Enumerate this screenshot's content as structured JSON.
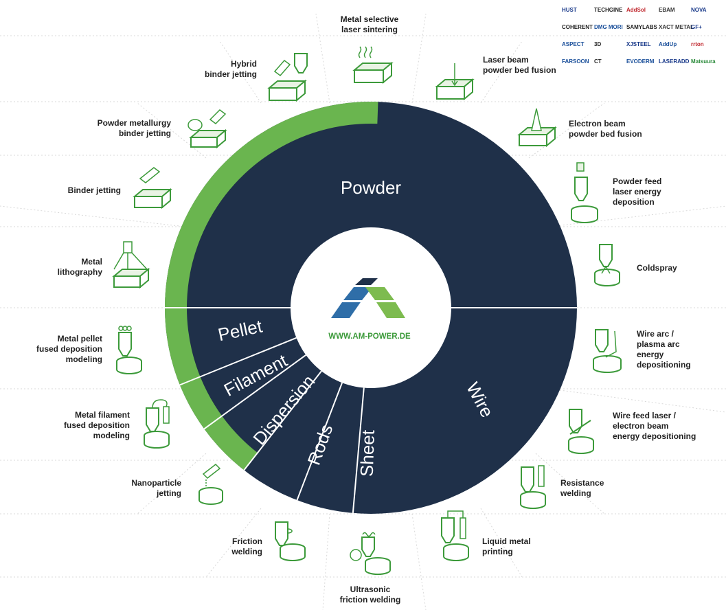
{
  "center": {
    "url": "WWW.AM-POWER.DE",
    "logo_name": "AM Power"
  },
  "colors": {
    "navy": "#1f3049",
    "green": "#6ab54f",
    "dark_green": "#3c9a3a",
    "logo_blue": "#2f6ea8",
    "logo_green": "#7dbb4f"
  },
  "segments": [
    "Powder",
    "Pellet",
    "Filament",
    "Dispersion",
    "Rods",
    "Sheet",
    "Wire"
  ],
  "technologies": [
    {
      "id": "metal-selective-laser-sintering",
      "lines": [
        "Metal selective",
        "laser sintering"
      ]
    },
    {
      "id": "laser-beam-powder-bed-fusion",
      "lines": [
        "Laser beam",
        "powder bed fusion"
      ]
    },
    {
      "id": "electron-beam-powder-bed-fusion",
      "lines": [
        "Electron beam",
        "powder bed fusion"
      ]
    },
    {
      "id": "powder-feed-laser-energy-deposition",
      "lines": [
        "Powder feed",
        "laser energy",
        "deposition"
      ]
    },
    {
      "id": "coldspray",
      "lines": [
        "Coldspray"
      ]
    },
    {
      "id": "wire-arc-plasma-arc",
      "lines": [
        "Wire arc /",
        "plasma arc",
        "energy",
        "depositioning"
      ]
    },
    {
      "id": "wire-feed-laser-electron-beam",
      "lines": [
        "Wire feed laser /",
        "electron beam",
        "energy depositioning"
      ]
    },
    {
      "id": "resistance-welding",
      "lines": [
        "Resistance",
        "welding"
      ]
    },
    {
      "id": "liquid-metal-printing",
      "lines": [
        "Liquid metal",
        "printing"
      ]
    },
    {
      "id": "ultrasonic-friction-welding",
      "lines": [
        "Ultrasonic",
        "friction welding"
      ]
    },
    {
      "id": "friction-welding",
      "lines": [
        "Friction",
        "welding"
      ]
    },
    {
      "id": "nanoparticle-jetting",
      "lines": [
        "Nanoparticle",
        "jetting"
      ]
    },
    {
      "id": "metal-filament-fdm",
      "lines": [
        "Metal filament",
        "fused deposition",
        "modeling"
      ]
    },
    {
      "id": "metal-pellet-fdm",
      "lines": [
        "Metal pellet",
        "fused deposition",
        "modeling"
      ]
    },
    {
      "id": "metal-lithography",
      "lines": [
        "Metal",
        "lithography"
      ]
    },
    {
      "id": "binder-jetting",
      "lines": [
        "Binder jetting"
      ]
    },
    {
      "id": "powder-metallurgy-binder-jetting",
      "lines": [
        "Powder metallurgy",
        "binder jetting"
      ]
    },
    {
      "id": "hybrid-binder-jetting",
      "lines": [
        "Hybrid",
        "binder jetting"
      ]
    }
  ],
  "logos": [
    {
      "text": "HUST",
      "color": "#1a3a8a"
    },
    {
      "text": "TECHGINE",
      "color": "#222222"
    },
    {
      "text": "AddSol",
      "color": "#c0272d"
    },
    {
      "text": "EBAM",
      "color": "#333333"
    },
    {
      "text": "NOVA",
      "color": "#1a3a8a"
    },
    {
      "text": "COHERENT",
      "color": "#222222"
    },
    {
      "text": "DMG MORI",
      "color": "#1a4f9a"
    },
    {
      "text": "SAMYLABS",
      "color": "#222222"
    },
    {
      "text": "XACT METAL",
      "color": "#333333"
    },
    {
      "text": "GF+",
      "color": "#1a3a8a"
    },
    {
      "text": "ASPECT",
      "color": "#1a4f9a"
    },
    {
      "text": "3D",
      "color": "#222222"
    },
    {
      "text": "XJSTEEL",
      "color": "#1a3a8a"
    },
    {
      "text": "AddUp",
      "color": "#1a4f9a"
    },
    {
      "text": "rrton",
      "color": "#c0272d"
    },
    {
      "text": "FARSOON",
      "color": "#1a4f9a"
    },
    {
      "text": "CT",
      "color": "#222222"
    },
    {
      "text": "EVODERM",
      "color": "#1a4f9a"
    },
    {
      "text": "LASERADD",
      "color": "#1a3a8a"
    },
    {
      "text": "Matsuura",
      "color": "#2a8a3a"
    }
  ]
}
